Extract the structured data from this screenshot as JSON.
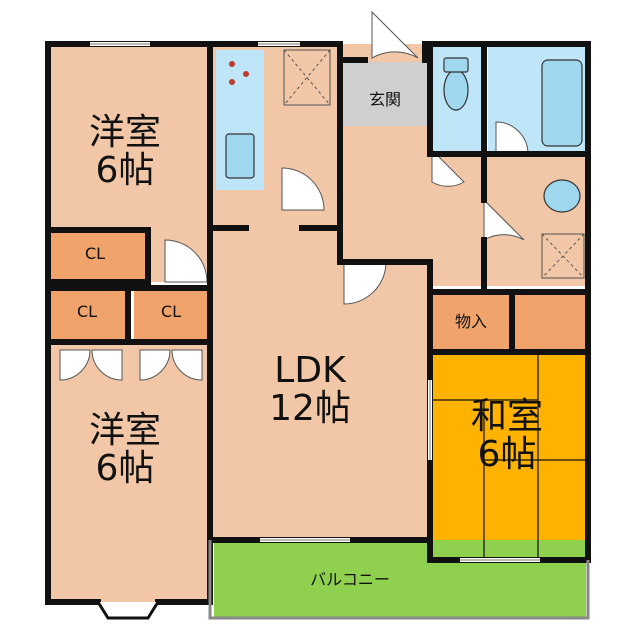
{
  "rooms": {
    "western_top": {
      "name": "洋室",
      "size": "6帖"
    },
    "western_bottom": {
      "name": "洋室",
      "size": "6帖"
    },
    "ldk": {
      "name": "LDK",
      "size": "12帖"
    },
    "japanese": {
      "name": "和室",
      "size": "6帖"
    },
    "entrance": "玄関",
    "closet_1": "CL",
    "closet_2": "CL",
    "closet_3": "CL",
    "storage": "物入",
    "balcony": "バルコニー"
  },
  "colors": {
    "room_floor": "#f1c7a8",
    "closet": "#f0a36b",
    "tatami": "#ffb300",
    "balcony": "#8fd14f",
    "wet_area": "#bfe6f8",
    "entrance": "#cfcfcf",
    "wall": "#111111"
  }
}
